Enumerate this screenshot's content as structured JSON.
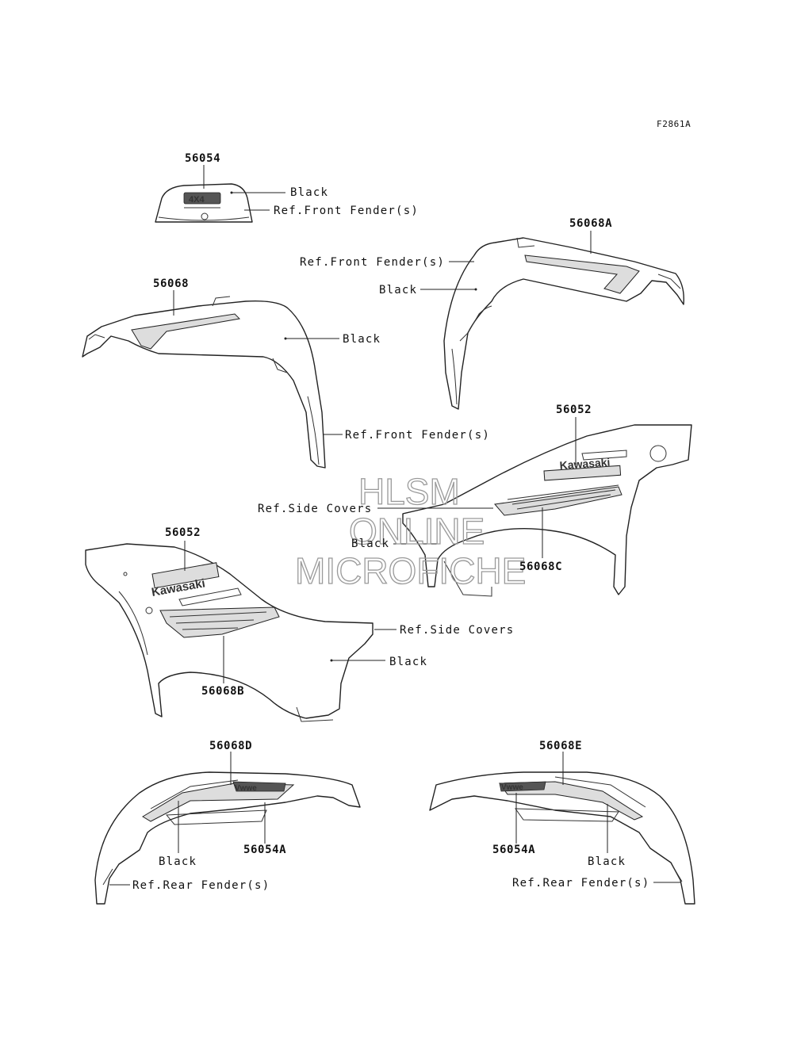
{
  "figure_id": "F2861A",
  "watermark": {
    "line1": "HLSM",
    "line2": "ONLINE",
    "line3": "MICROFICHE"
  },
  "decal_text": {
    "front_emblem": "4X4",
    "brand": "Kawasaki",
    "rear_emblem": "Vwwe"
  },
  "parts": {
    "p56054": "56054",
    "p56068A": "56068A",
    "p56068": "56068",
    "p56052_right": "56052",
    "p56052_left": "56052",
    "p56068C": "56068C",
    "p56068B": "56068B",
    "p56068D": "56068D",
    "p56068E": "56068E",
    "p56054A_left": "56054A",
    "p56054A_right": "56054A"
  },
  "labels": {
    "black_1": "Black",
    "ref_front_1": "Ref.Front Fender(s)",
    "ref_front_2": "Ref.Front Fender(s)",
    "black_2": "Black",
    "black_3": "Black",
    "ref_front_3": "Ref.Front Fender(s)",
    "ref_side_1": "Ref.Side Covers",
    "black_4": "Black",
    "ref_side_2": "Ref.Side Covers",
    "black_5": "Black",
    "black_6": "Black",
    "black_7": "Black",
    "ref_rear_1": "Ref.Rear Fender(s)",
    "ref_rear_2": "Ref.Rear Fender(s)"
  }
}
